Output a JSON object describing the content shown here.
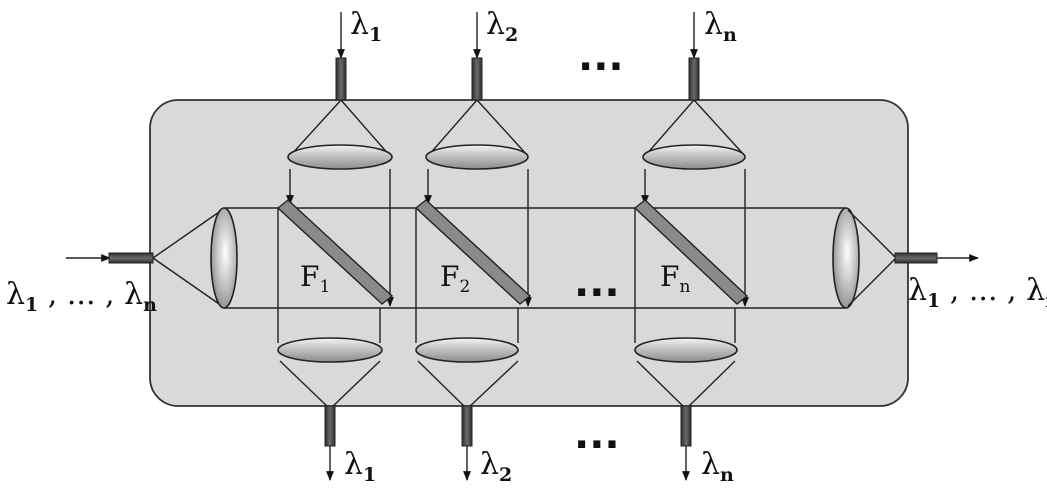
{
  "diagram": {
    "lambda_symbol": "λ",
    "ellipsis": "...",
    "separator": ",",
    "top_inputs": [
      {
        "symbol": "λ",
        "sub": "1"
      },
      {
        "symbol": "λ",
        "sub": "2"
      },
      {
        "symbol": "λ",
        "sub": "n"
      }
    ],
    "bottom_outputs": [
      {
        "symbol": "λ",
        "sub": "1"
      },
      {
        "symbol": "λ",
        "sub": "2"
      },
      {
        "symbol": "λ",
        "sub": "n"
      }
    ],
    "filters": [
      {
        "symbol": "F",
        "sub": "1"
      },
      {
        "symbol": "F",
        "sub": "2"
      },
      {
        "symbol": "F",
        "sub": "n"
      }
    ],
    "input_label": {
      "first_sub": "1",
      "last_sub": "n"
    },
    "output_label": {
      "first_sub": "1",
      "last_sub": "n"
    },
    "colors": {
      "box_fill": "#d9d9d9",
      "box_stroke": "#333333",
      "filter_fill": "#8a8a8a",
      "fiber_fill": "#4a4a4a"
    }
  }
}
